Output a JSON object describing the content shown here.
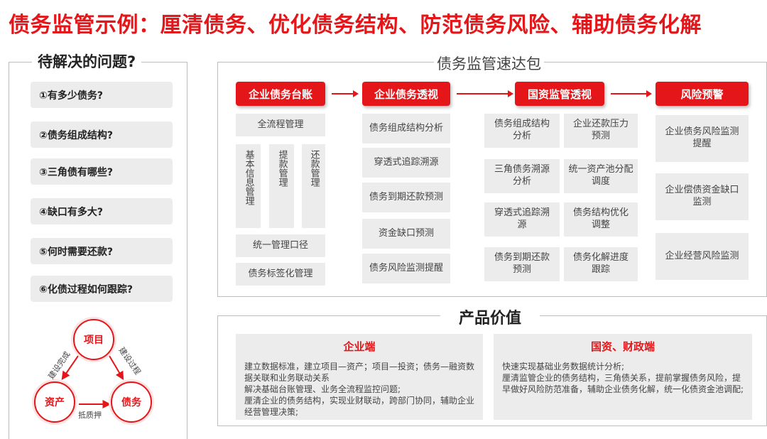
{
  "title": "债务监管示例：厘清债务、优化债务结构、防范债务风险、辅助债务化解",
  "left": {
    "title": "待解决的问题?",
    "questions": [
      "①有多少债务?",
      "②债务组成结构?",
      "③三角债有哪些?",
      "④缺口有多大?",
      "⑤何时需要还款?",
      "⑥化债过程如何跟踪?"
    ],
    "triangle": {
      "project": "项目",
      "asset": "资产",
      "debt": "债务",
      "label_complete": "建设完成",
      "label_process": "建设过程",
      "label_pledge": "抵质押"
    }
  },
  "pack": {
    "title": "债务监管速达包",
    "col1": {
      "header": "企业债务台账",
      "top": "全流程管理",
      "v1": "基本信息管理",
      "v2": "提款管理",
      "v3": "还款管理",
      "b1": "统一管理口径",
      "b2": "债务标签化管理"
    },
    "col2": {
      "header": "企业债务透视",
      "items": [
        "债务组成结构分析",
        "穿透式追踪溯源",
        "债务到期还款预测",
        "资金缺口预测",
        "债务风险监测提醒"
      ]
    },
    "col3": {
      "header": "国资监管透视",
      "left": [
        "债务组成结构分析",
        "三角债务溯源分析",
        "穿透式追踪溯源",
        "债务到期还款预测"
      ],
      "right": [
        "企业还款压力预测",
        "统一资产池分配调度",
        "债务结构优化调整",
        "债务化解进度跟踪"
      ]
    },
    "col4": {
      "header": "风险预警",
      "items": [
        "企业债务风险监测提醒",
        "企业偿债资金缺口监测",
        "企业经营风险监测"
      ]
    }
  },
  "value": {
    "title": "产品价值",
    "enterprise": {
      "title": "企业端",
      "lines": [
        "建立数据标准，建立项目—资产；项目—投资；债务—融资数据关联和业务联动关系",
        "解决基础台账管理、业务全流程监控问题;",
        "厘清企业的债务结构，实现业财联动，跨部门协同，辅助企业经营管理决策;"
      ]
    },
    "government": {
      "title": "国资、财政端",
      "lines": [
        "快速实现基础业务数据统计分析;",
        "厘清监管企业的债务结构，三角债关系，提前掌握债务风险，提早做好风险防范准备，辅助企业债务化解，统一化债资金池调配;"
      ]
    }
  },
  "colors": {
    "accent": "#e4161a",
    "cell": "#ececec",
    "border": "#bdbdbd"
  }
}
